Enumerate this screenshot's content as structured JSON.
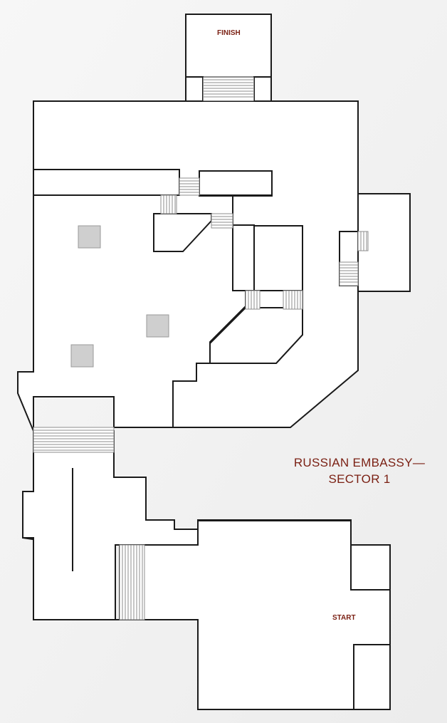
{
  "map": {
    "title_line1": "RUSSIAN EMBASSY—",
    "title_line2": "SECTOR 1",
    "finish_label": "FINISH",
    "start_label": "START"
  },
  "colors": {
    "background": "#f3f3f3",
    "floor": "#ffffff",
    "wall": "#1a1a1a",
    "stairs": "#9a9a9a",
    "pillar": "#cfcfcf",
    "label": "#7a1f12"
  }
}
